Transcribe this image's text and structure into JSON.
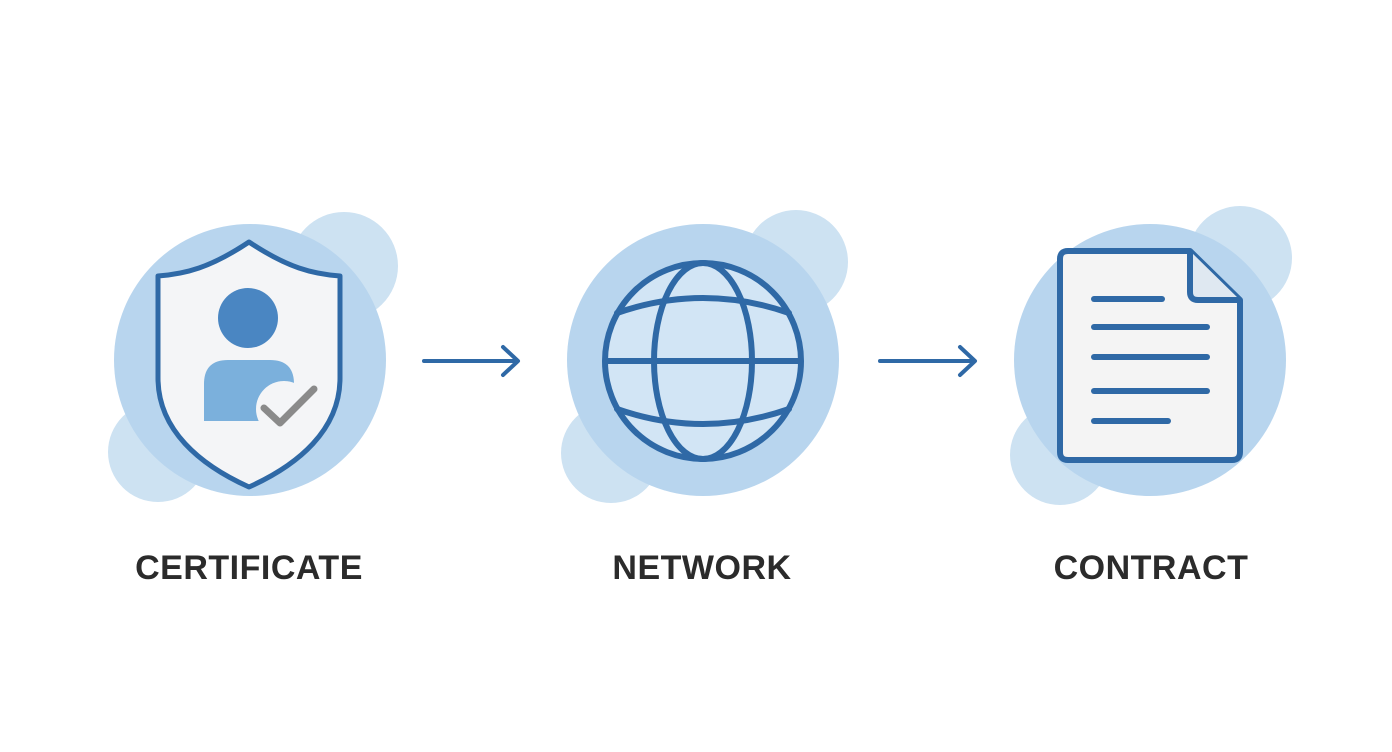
{
  "steps": [
    {
      "label": "CERTIFICATE",
      "icon": "shield-user-check-icon"
    },
    {
      "label": "NETWORK",
      "icon": "globe-icon"
    },
    {
      "label": "CONTRACT",
      "icon": "document-icon"
    }
  ],
  "connectors": [
    "arrow-right-icon",
    "arrow-right-icon"
  ],
  "colors": {
    "bubble_light": "#cde2f2",
    "bubble_main": "#b8d5ee",
    "icon_stroke": "#2f69a6",
    "person_dark": "#4a86c2",
    "person_light": "#7bb0dc",
    "check_gray": "#8a8a8a",
    "doc_fill": "#f4f4f4",
    "shield_fill": "#f4f5f7",
    "label_text": "#2b2b2b"
  }
}
